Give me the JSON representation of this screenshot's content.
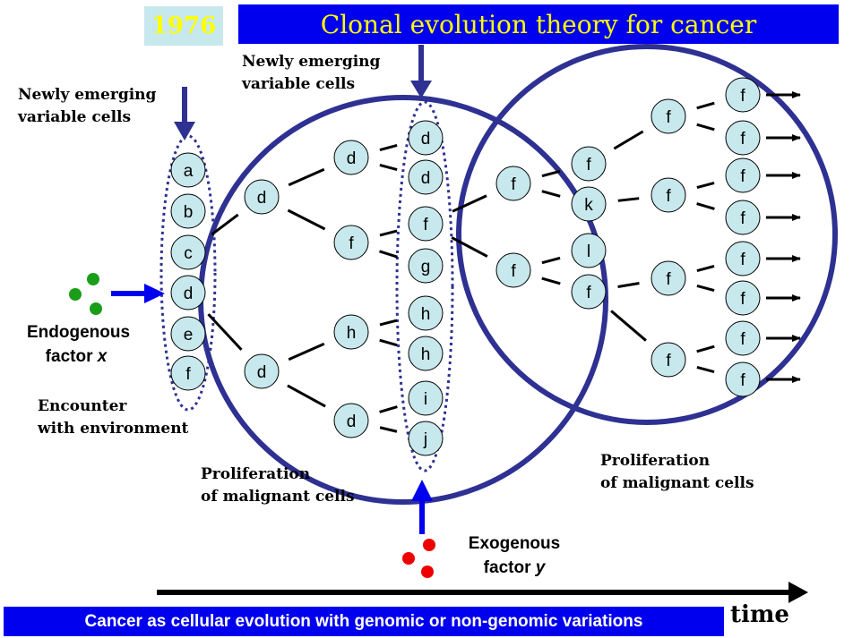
{
  "header": {
    "year": "1976",
    "title": "Clonal evolution theory for cancer"
  },
  "labels": {
    "emerging_left": "Newly emerging\nvariable cells",
    "emerging_mid": "Newly emerging\nvariable cells",
    "endogenous_line1": "Endogenous",
    "endogenous_line2_prefix": "factor ",
    "endogenous_var": "x",
    "encounter": "Encounter\nwith environment",
    "proliferation_left": "Proliferation\nof  malignant cells",
    "proliferation_right": "Proliferation\nof  malignant cells",
    "exogenous_line1": "Exogenous",
    "exogenous_line2_prefix": "factor ",
    "exogenous_var": "y"
  },
  "footer": {
    "caption": "Cancer as cellular evolution with genomic or non-genomic variations",
    "time": "time"
  },
  "cells": {
    "initial": [
      "a",
      "b",
      "c",
      "d",
      "e",
      "f"
    ],
    "gen1": [
      "d",
      "d"
    ],
    "gen2": [
      "d",
      "f",
      "h",
      "d"
    ],
    "gen3": [
      "d",
      "d",
      "f",
      "g",
      "h",
      "h",
      "i",
      "j"
    ],
    "gen4": [
      "f",
      "f"
    ],
    "gen5": [
      "f",
      "k",
      "l",
      "f"
    ],
    "gen6": [
      "f",
      "f",
      "f",
      "f"
    ],
    "gen7": [
      "f",
      "f",
      "f",
      "f",
      "f",
      "f",
      "f",
      "f"
    ]
  },
  "colors": {
    "circle_stroke": "#2e3192",
    "cell_fill": "#c7e8ec",
    "arrow_blue": "#0000ee",
    "endogenous_dots": "#1a9e1a",
    "exogenous_dots": "#ee0000"
  }
}
